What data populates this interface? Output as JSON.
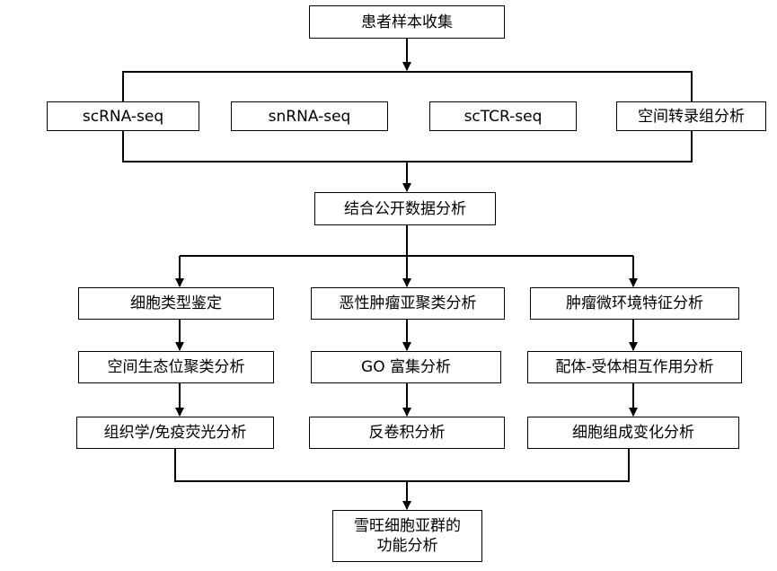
{
  "flow": {
    "top": "患者样本收集",
    "methods": [
      "scRNA-seq",
      "snRNA-seq",
      "scTCR-seq",
      "空间转录组分析"
    ],
    "integration": "结合公开数据分析",
    "branches": [
      {
        "title": "细胞类型鉴定",
        "steps": [
          "空间生态位聚类分析",
          "组织学/免疫荧光分析"
        ]
      },
      {
        "title": "恶性肿瘤亚聚类分析",
        "steps": [
          "GO 富集分析",
          "反卷积分析"
        ]
      },
      {
        "title": "肿瘤微环境特征分析",
        "steps": [
          "配体-受体相互作用分析",
          "细胞组成变化分析"
        ]
      }
    ],
    "final": {
      "line1": "雪旺细胞亚群的",
      "line2": "功能分析"
    }
  },
  "colors": {
    "line": "#000000",
    "box_border": "#000000",
    "background": "#ffffff"
  }
}
